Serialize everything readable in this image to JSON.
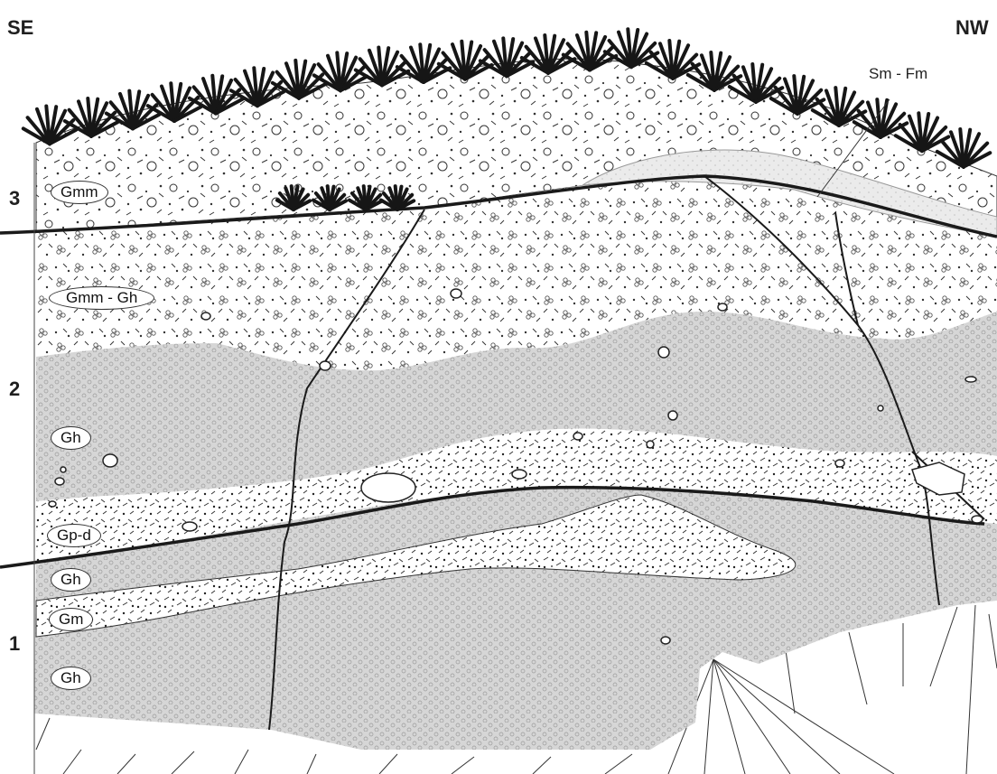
{
  "orientation": {
    "left": "SE",
    "right": "NW"
  },
  "units": [
    "3",
    "2",
    "1"
  ],
  "facies_labels": {
    "gmm": "Gmm",
    "gmm_gh": "Gmm - Gh",
    "gh_upper": "Gh",
    "gp_d": "Gp-d",
    "gh_middle": "Gh",
    "gm": "Gm",
    "gh_lower": "Gh"
  },
  "callout_label": "Sm - Fm",
  "colors": {
    "fine_fill": "#d6d6d6",
    "light_fill": "#ebebeb",
    "line": "#1a1a1a",
    "vegetation": "#161616"
  }
}
